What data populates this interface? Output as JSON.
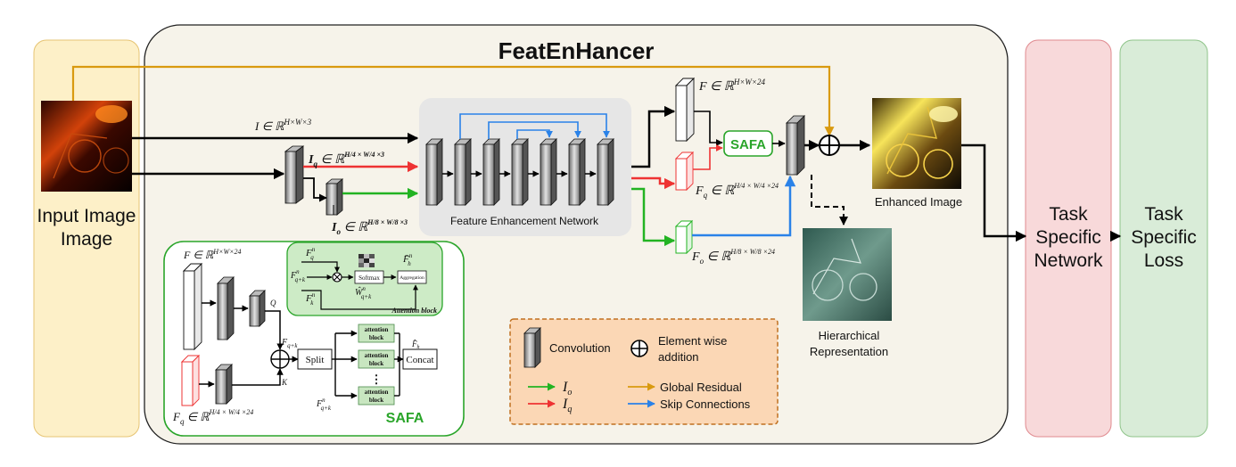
{
  "panels": {
    "input": "Input Image",
    "main_title": "FeatEnHancer",
    "task_network_line1": "Task",
    "task_network_line2": "Specific",
    "task_network_line3": "Network",
    "task_loss_line1": "Task",
    "task_loss_line2": "Specific",
    "task_loss_line3": "Loss"
  },
  "labels": {
    "enhancement_network": "Feature Enhancement Network",
    "enhanced_image": "Enhanced Image",
    "hierarchical_line1": "Hierarchical",
    "hierarchical_line2": "Representation",
    "safa": "SAFA",
    "safa_detail": "SAFA",
    "attention_block_caption": "Attention block",
    "softmax": "Softmax",
    "aggregation": "Aggregation",
    "split": "Split",
    "concat": "Concat",
    "attention_block_line1": "attention",
    "attention_block_line2": "block",
    "ellipsis": "⋮",
    "q_label": "Q",
    "k_label": "K"
  },
  "math": {
    "I": "I ∈ ℝ^{H×W×3}",
    "Iq": "I_q ∈ ℝ^{H/4×W/4×3}",
    "Io": "I_o ∈ ℝ^{H/8×W/8×3}",
    "F": "F ∈ ℝ^{H×W×24}",
    "Fq": "F_q ∈ ℝ^{H/4×W/4×24}",
    "Fo": "F_o ∈ ℝ^{H/8×W/8×24}",
    "Fqn": "F^n_q",
    "Fqkn": "F^n_{q+k}",
    "Fkn": "F^n_k",
    "Fhbar": "F̄^n_h",
    "Wqk": "Ŵ^n_{q+k}",
    "Fqk": "F_{q+k}",
    "Fh": "F̂_h"
  },
  "legend": {
    "convolution": "Convolution",
    "element_wise_line1": "Element wise",
    "element_wise_line2": "addition",
    "io": "I_o",
    "iq": "I_q",
    "global_residual": "Global Residual",
    "skip_connections": "Skip Connections"
  },
  "colors": {
    "input_panel": "#fdf0c8",
    "main_panel": "#f6f3ea",
    "network_panel": "#f8d9da",
    "loss_panel": "#d9ecd8",
    "green": "#22b322",
    "red": "#ee3333",
    "blue": "#2a82e8",
    "orange": "#d99a10",
    "safa_green": "#2aa52a",
    "legend_fill": "#fbd7b5",
    "legend_border": "#c07020"
  }
}
